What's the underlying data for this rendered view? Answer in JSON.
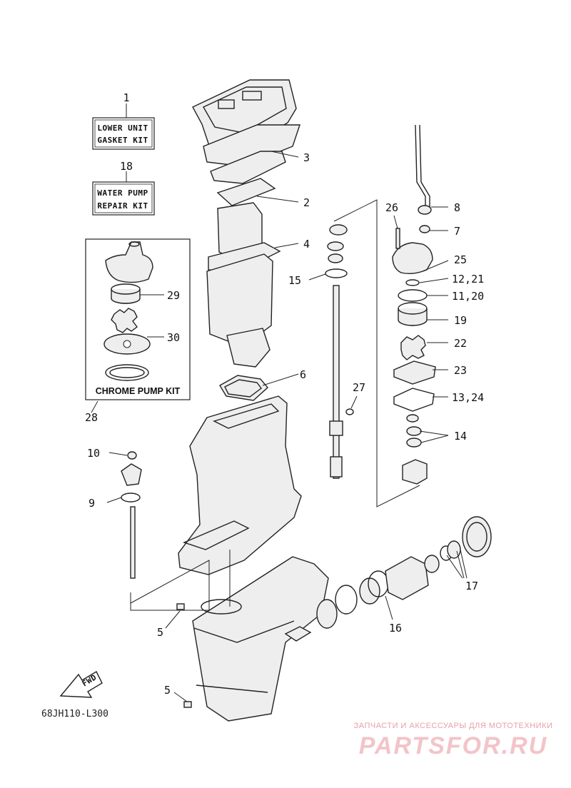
{
  "callouts": {
    "c1": "1",
    "c2": "2",
    "c3": "3",
    "c4": "4",
    "c5a": "5",
    "c5b": "5",
    "c6": "6",
    "c7": "7",
    "c8": "8",
    "c9": "9",
    "c10": "10",
    "c11_20": "11,20",
    "c12_21": "12,21",
    "c13_24": "13,24",
    "c14": "14",
    "c15": "15",
    "c16": "16",
    "c17": "17",
    "c18": "18",
    "c19": "19",
    "c22": "22",
    "c23": "23",
    "c25": "25",
    "c26": "26",
    "c27": "27",
    "c28": "28",
    "c29": "29",
    "c30": "30"
  },
  "kits": {
    "lower_unit_line1": "LOWER UNIT",
    "lower_unit_line2": "GASKET KIT",
    "water_pump_line1": "WATER PUMP",
    "water_pump_line2": "REPAIR KIT",
    "chrome_pump": "CHROME PUMP KIT"
  },
  "fwd_label": "FWD",
  "diagram_code": "68JH110-L300",
  "watermark": {
    "tagline": "ЗАПЧАСТИ И АКСЕССУАРЫ ДЛЯ МОТОТЕХНИКИ",
    "site": "PARTSFOR.RU"
  }
}
